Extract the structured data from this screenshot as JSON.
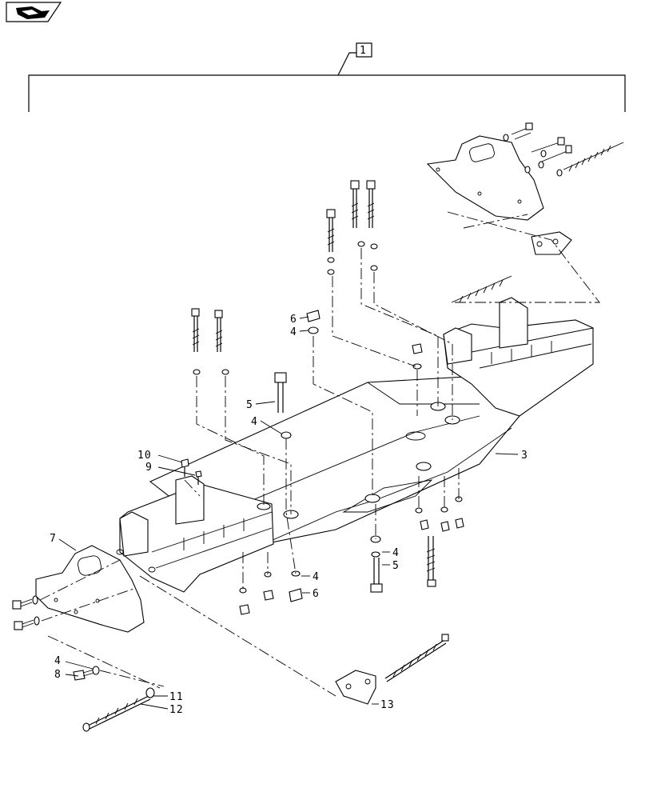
{
  "nav_icon": "book-arrow-icon",
  "assembly_label": "1",
  "callouts": {
    "c3": "3",
    "c4a": "4",
    "c4b": "4",
    "c4c": "4",
    "c4d": "4",
    "c4e": "4",
    "c5a": "5",
    "c5b": "5",
    "c6a": "6",
    "c6b": "6",
    "c7": "7",
    "c8": "8",
    "c9": "9",
    "c10": "10",
    "c11": "11",
    "c12": "12",
    "c13": "13"
  }
}
